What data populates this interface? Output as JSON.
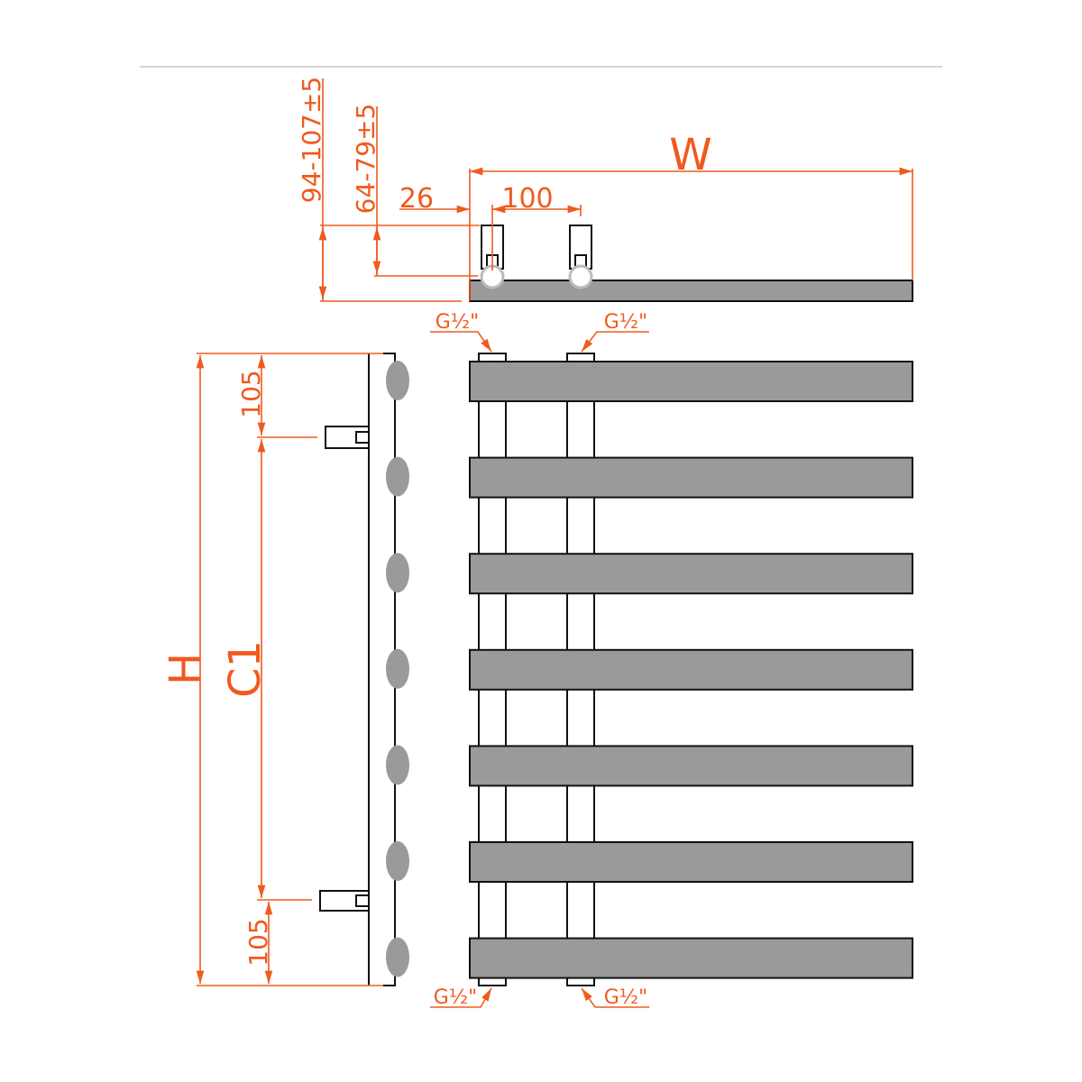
{
  "dimensions": {
    "width": "W",
    "height": "H",
    "centers": "C1",
    "offset_top": "105",
    "offset_bottom": "105",
    "wall_distance_outer": "94-107±5",
    "wall_distance_inner": "64-79±5",
    "inlet_offset": "26",
    "inlet_spacing": "100"
  },
  "connections": {
    "top_left": "G½\"",
    "top_right": "G½\"",
    "bottom_left": "G½\"",
    "bottom_right": "G½\""
  },
  "colors": {
    "dimension": "#f05a1e",
    "body": "#9a9a9a",
    "outline": "#111111"
  },
  "bar_count": 7
}
